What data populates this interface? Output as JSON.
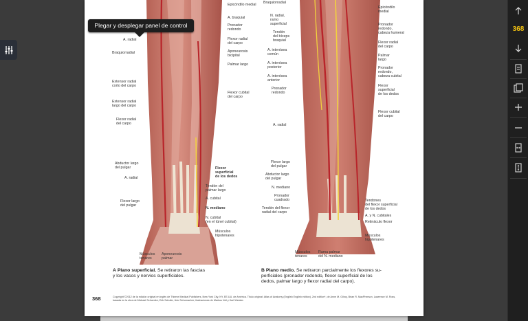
{
  "tooltip": {
    "text": "Plegar y desplegar panel de control"
  },
  "toolbar": {
    "page_number": "368",
    "buttons": [
      {
        "name": "prev-page-icon"
      },
      {
        "name": "next-page-icon"
      },
      {
        "name": "single-page-icon"
      },
      {
        "name": "two-page-icon"
      },
      {
        "name": "zoom-in-icon"
      },
      {
        "name": "zoom-out-icon"
      },
      {
        "name": "fit-width-icon"
      },
      {
        "name": "fit-page-icon"
      }
    ]
  },
  "page": {
    "number": "368",
    "left_labels": {
      "epicondilo": "Epicóndilo medial",
      "a_braquial": "A. braquial",
      "pronador": "Pronador\nredondo",
      "a_radial_top": "A. radial",
      "flexor_radial": "Flexor radial\ndel carpo",
      "braquiorradial": "Braquiorradial",
      "aponeurosis": "Aponeurosis\nbicipital",
      "palmar_largo": "Palmar largo",
      "ext_corto": "Extensor radial\ncorto del carpo",
      "flexor_cubital": "Flexor cubital\ndel carpo",
      "ext_largo": "Extensor radial\nlargo del carpo",
      "flexor_radial2": "Flexor radial\ndel carpo",
      "abductor": "Abductor largo\ndel pulgar",
      "flexor_superficial": "Flexor\nsuperficial\nde los dedos",
      "a_radial_mid": "A. radial",
      "tendon_palmar": "Tendón del\npalmar largo",
      "a_cubital": "A. cubital",
      "flexor_largo": "Flexor largo\ndel pulgar",
      "n_mediano": "N. mediano",
      "n_cubital": "N. cubital\n(en el túnel cubital)",
      "musc_hipotenares": "Músculos\nhipotenares",
      "musc_tenares": "Músculos\ntenares",
      "aponeurosis_palmar": "Aponeurosis\npalmar"
    },
    "right_labels": {
      "braquiorradial": "Braquiorradial",
      "epicondilo": "Epicóndilo\nmedial",
      "n_radial": "N. radial,\nramo\nsuperficial",
      "pronador_cab": "Pronador\nredondo,\ncabeza humeral",
      "tendon_biceps": "Tendón\ndel bíceps\nbraquial",
      "flexor_radial": "Flexor radial\ndel carpo",
      "interosea_comun": "A. interósea\ncomún",
      "palmar_largo": "Palmar\nlargo",
      "interosea_post": "A. interósea\nposterior",
      "pronador_cub": "Pronador\nredondo,\ncabeza cubital",
      "interosea_ant": "A. interósea\nanterior",
      "pronador_redondo": "Pronador\nredondo",
      "flexor_superficial": "Flexor\nsuperficial\nde los dedos",
      "flexor_cubital": "Flexor cubital\ndel carpo",
      "a_radial": "A. radial",
      "flexor_largo": "Flexor largo\ndel pulgar",
      "abductor": "Abductor largo\ndel pulgar",
      "n_mediano": "N. mediano",
      "pronador_cuadrado": "Pronador\ncuadrado",
      "tendones_flexor": "Tendones\ndel flexor superficial\nde los dedos",
      "tendon_flexor_radial": "Tendón del flexor\nradial del carpo",
      "ayn_cubitales": "A. y N. cubitales",
      "retinaculo": "Retináculo flexor",
      "musc_hipotenares": "Músculos\nhipotenares",
      "musc_tenares": "Músculos\ntenares",
      "rama_palmar": "Rama palmar\ndel N. mediano"
    },
    "caption_a_letter": "A",
    "caption_a_title": "Plano superficial.",
    "caption_a_text": " Se retiraron las fascias\ny los vasos y nervios superficiales.",
    "caption_b_letter": "B",
    "caption_b_title": "Plano medio.",
    "caption_b_text": " Se retiraron parcialmente los flexores su-\nperficiales (pronador redondo, flexor superficial de los\ndedos, palmar largo y flexor radial del carpo).",
    "copyright": "Copyright ©2012 de la edición original en inglés de Thieme Medical Publishers, New York City, NY, EE.UU. de América. Título original: Atlas of Anatomy (English English edition), 2nd edition*, de Anne M. Gilroy, Brian R. MacPherson, Lawrence M. Ross, basada en la obra de Michael Schuenke, Erik Schulte, Udo Schumacher; ilustraciones de Markus Voll y Karl Wesker."
  },
  "colors": {
    "accent": "#f3c211",
    "muscle": "#c46a5e",
    "tendon": "#e9dfcf"
  }
}
